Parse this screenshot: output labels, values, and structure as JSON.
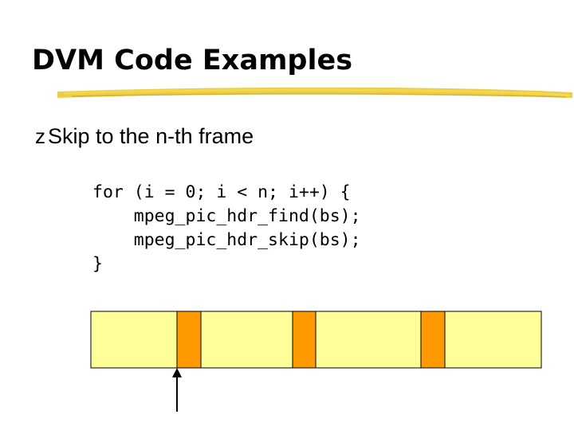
{
  "slide": {
    "title": "DVM Code Examples",
    "bullet_glyph": "z",
    "bullet_text": "Skip to the n-th frame",
    "code_lines": [
      "for (i = 0; i < n; i++) {",
      "    mpeg_pic_hdr_find(bs);",
      "    mpeg_pic_hdr_skip(bs);",
      "}"
    ]
  },
  "colors": {
    "title_underline": "#e6c42b",
    "stream_fill": "#ffff99",
    "header_fill": "#ff9900",
    "outline": "#000000"
  }
}
